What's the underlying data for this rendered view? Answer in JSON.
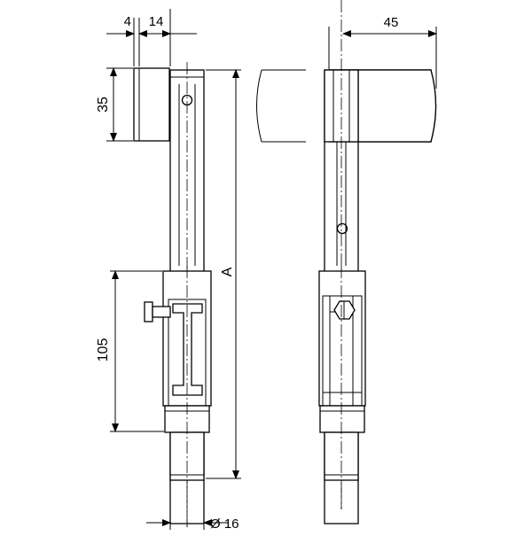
{
  "dimensions": {
    "top_left": "4",
    "top_right": "14",
    "height_top": "35",
    "length_total": "A",
    "height_bracket": "105",
    "diameter": "Ø 16",
    "width_side": "45"
  }
}
